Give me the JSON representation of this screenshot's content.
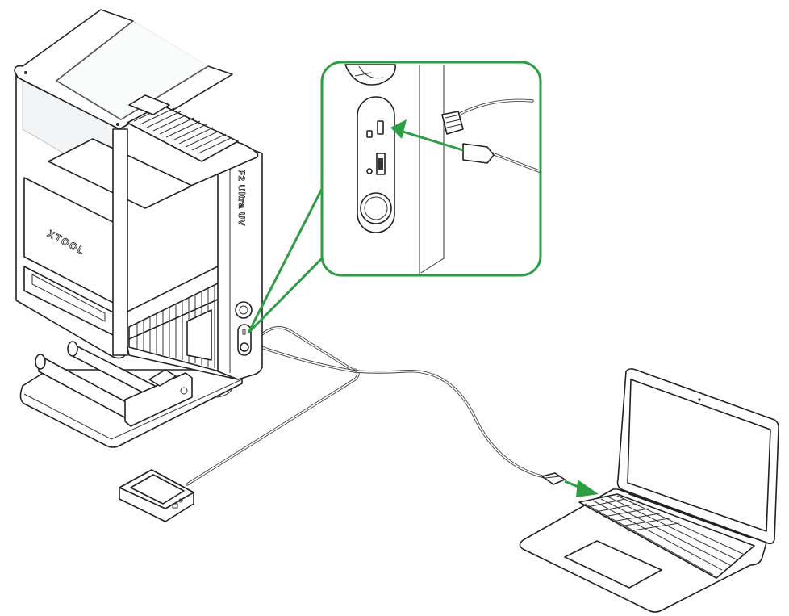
{
  "diagram": {
    "title": "Connect laser engraver to computer via USB cable",
    "machine": {
      "brand_label": "XTOOL",
      "model_label": "F2 Ultra UV"
    },
    "inset": {
      "description": "USB port on side panel of machine",
      "border_color": "#2e9e45"
    },
    "accent_color": "#2e9e45",
    "components": [
      "laser-engraver",
      "rotary-attachment",
      "control-pad",
      "usb-cable",
      "laptop"
    ]
  }
}
